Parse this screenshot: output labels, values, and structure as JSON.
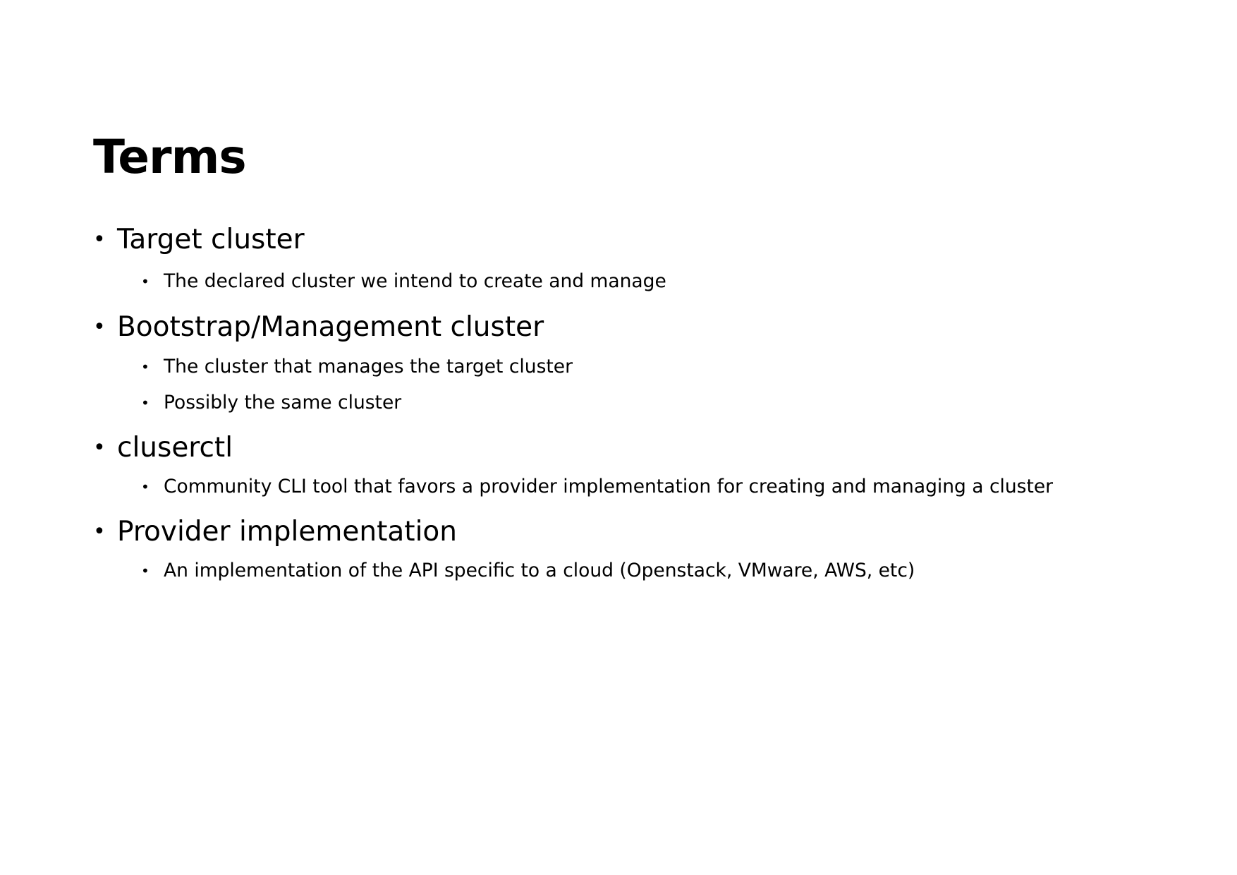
{
  "slide": {
    "title": "Terms",
    "bullet_glyph": "•",
    "terms": [
      {
        "label": "Target cluster",
        "details": [
          "The declared cluster we intend to create and manage"
        ]
      },
      {
        "label": "Bootstrap/Management cluster",
        "details": [
          "The cluster that manages the target cluster",
          "Possibly the same cluster"
        ]
      },
      {
        "label": "cluserctl",
        "details": [
          "Community CLI tool that favors a provider implementation for creating and managing a cluster"
        ]
      },
      {
        "label": "Provider implementation",
        "details": [
          "An implementation of the API specific to a cloud (Openstack, VMware, AWS, etc)"
        ]
      }
    ]
  }
}
